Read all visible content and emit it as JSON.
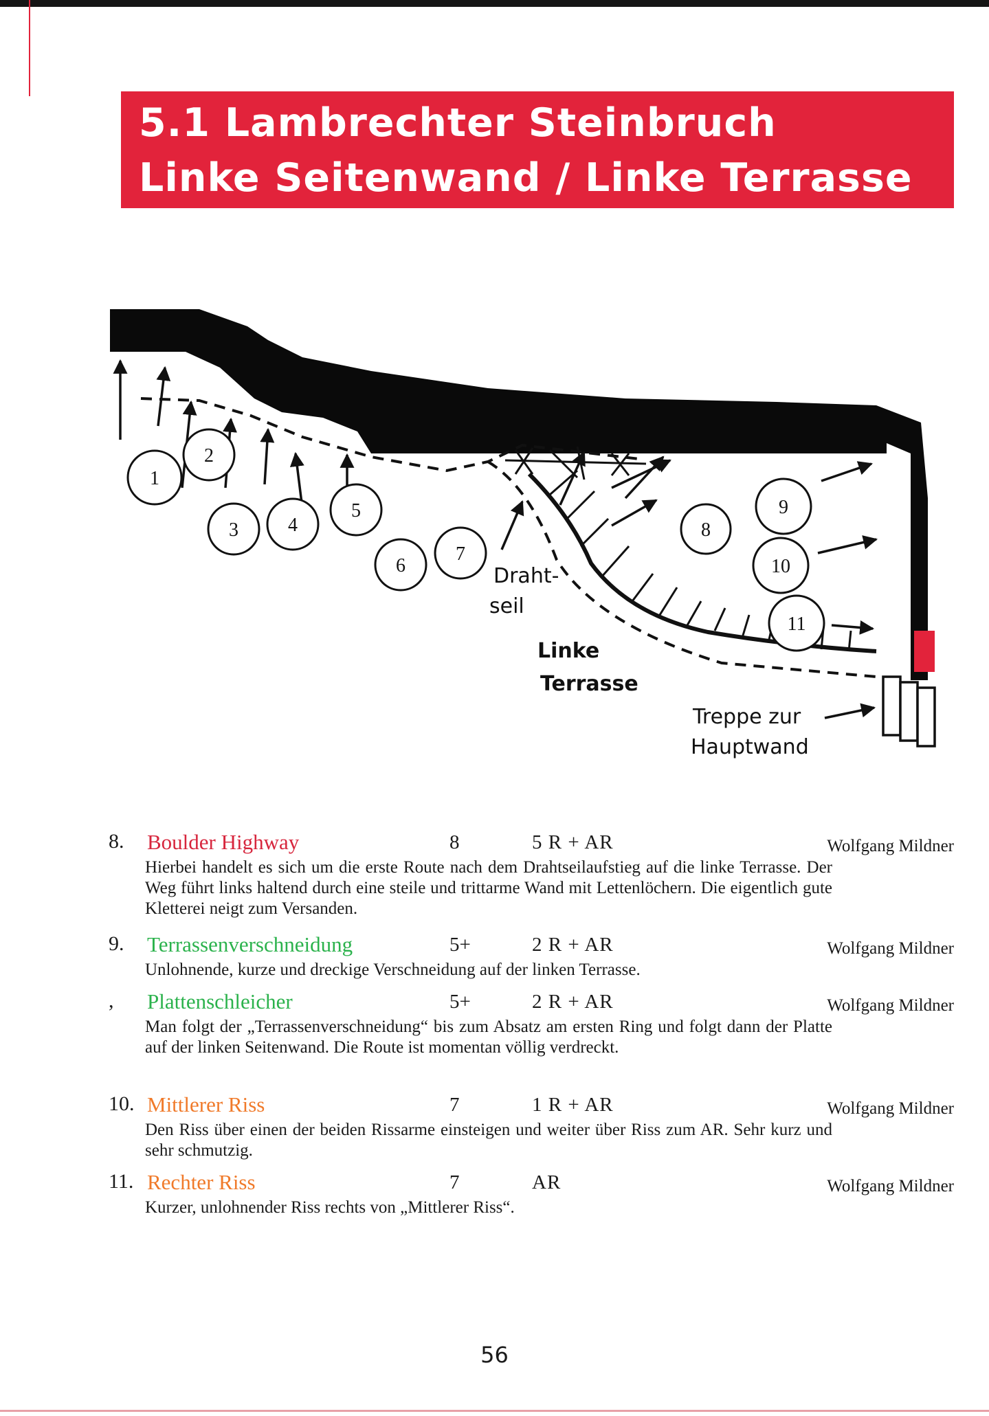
{
  "title": {
    "line1": "5.1 Lambrechter Steinbruch",
    "line2": "Linke Seitenwand / Linke Terrasse"
  },
  "topo": {
    "route_markers": [
      "1",
      "2",
      "3",
      "4",
      "5",
      "6",
      "7",
      "8",
      "9",
      "10",
      "11"
    ],
    "labels": {
      "wire": [
        "Draht-",
        "seil"
      ],
      "terrace": [
        "Linke",
        "Terrasse"
      ],
      "stairs": [
        "Treppe zur",
        "Hauptwand"
      ]
    }
  },
  "routes": [
    {
      "number": "8.",
      "name": "Boulder Highway",
      "name_color": "#d7263d",
      "grade": "8",
      "protection": "5 R + AR",
      "author": "Wolfgang Mildner",
      "description": "Hierbei handelt es sich um die erste Route nach dem Drahtseilaufstieg auf die linke Terrasse. Der Weg führt links haltend durch eine steile und trittarme Wand mit Lettenlöchern. Die eigentlich gute Kletterei neigt zum Versanden."
    },
    {
      "number": "9.",
      "name": "Terrassenverschneidung",
      "name_color": "#2bb24c",
      "grade": "5+",
      "protection": "2 R + AR",
      "author": "Wolfgang Mildner",
      "description": "Unlohnende, kurze und dreckige Verschneidung auf der linken Terrasse."
    },
    {
      "number": ",",
      "name": "Plattenschleicher",
      "name_color": "#2bb24c",
      "grade": "5+",
      "protection": "2 R + AR",
      "author": "Wolfgang Mildner",
      "description": "Man folgt der „Terrassenverschneidung“ bis zum Absatz am ersten Ring und folgt dann der Platte auf der linken Seitenwand. Die Route ist momentan völlig verdreckt."
    },
    {
      "number": "10.",
      "name": "Mittlerer Riss",
      "name_color": "#f07a2a",
      "grade": "7",
      "protection": "1 R + AR",
      "author": "Wolfgang Mildner",
      "description": "Den Riss über einen der beiden Rissarme einsteigen und weiter über Riss zum AR. Sehr kurz und sehr schmutzig."
    },
    {
      "number": "11.",
      "name": "Rechter Riss",
      "name_color": "#f07a2a",
      "grade": "7",
      "protection": "AR",
      "author": "Wolfgang Mildner",
      "description": "Kurzer, unlohnender Riss rechts von „Mittlerer Riss“."
    }
  ],
  "page_number": "56"
}
